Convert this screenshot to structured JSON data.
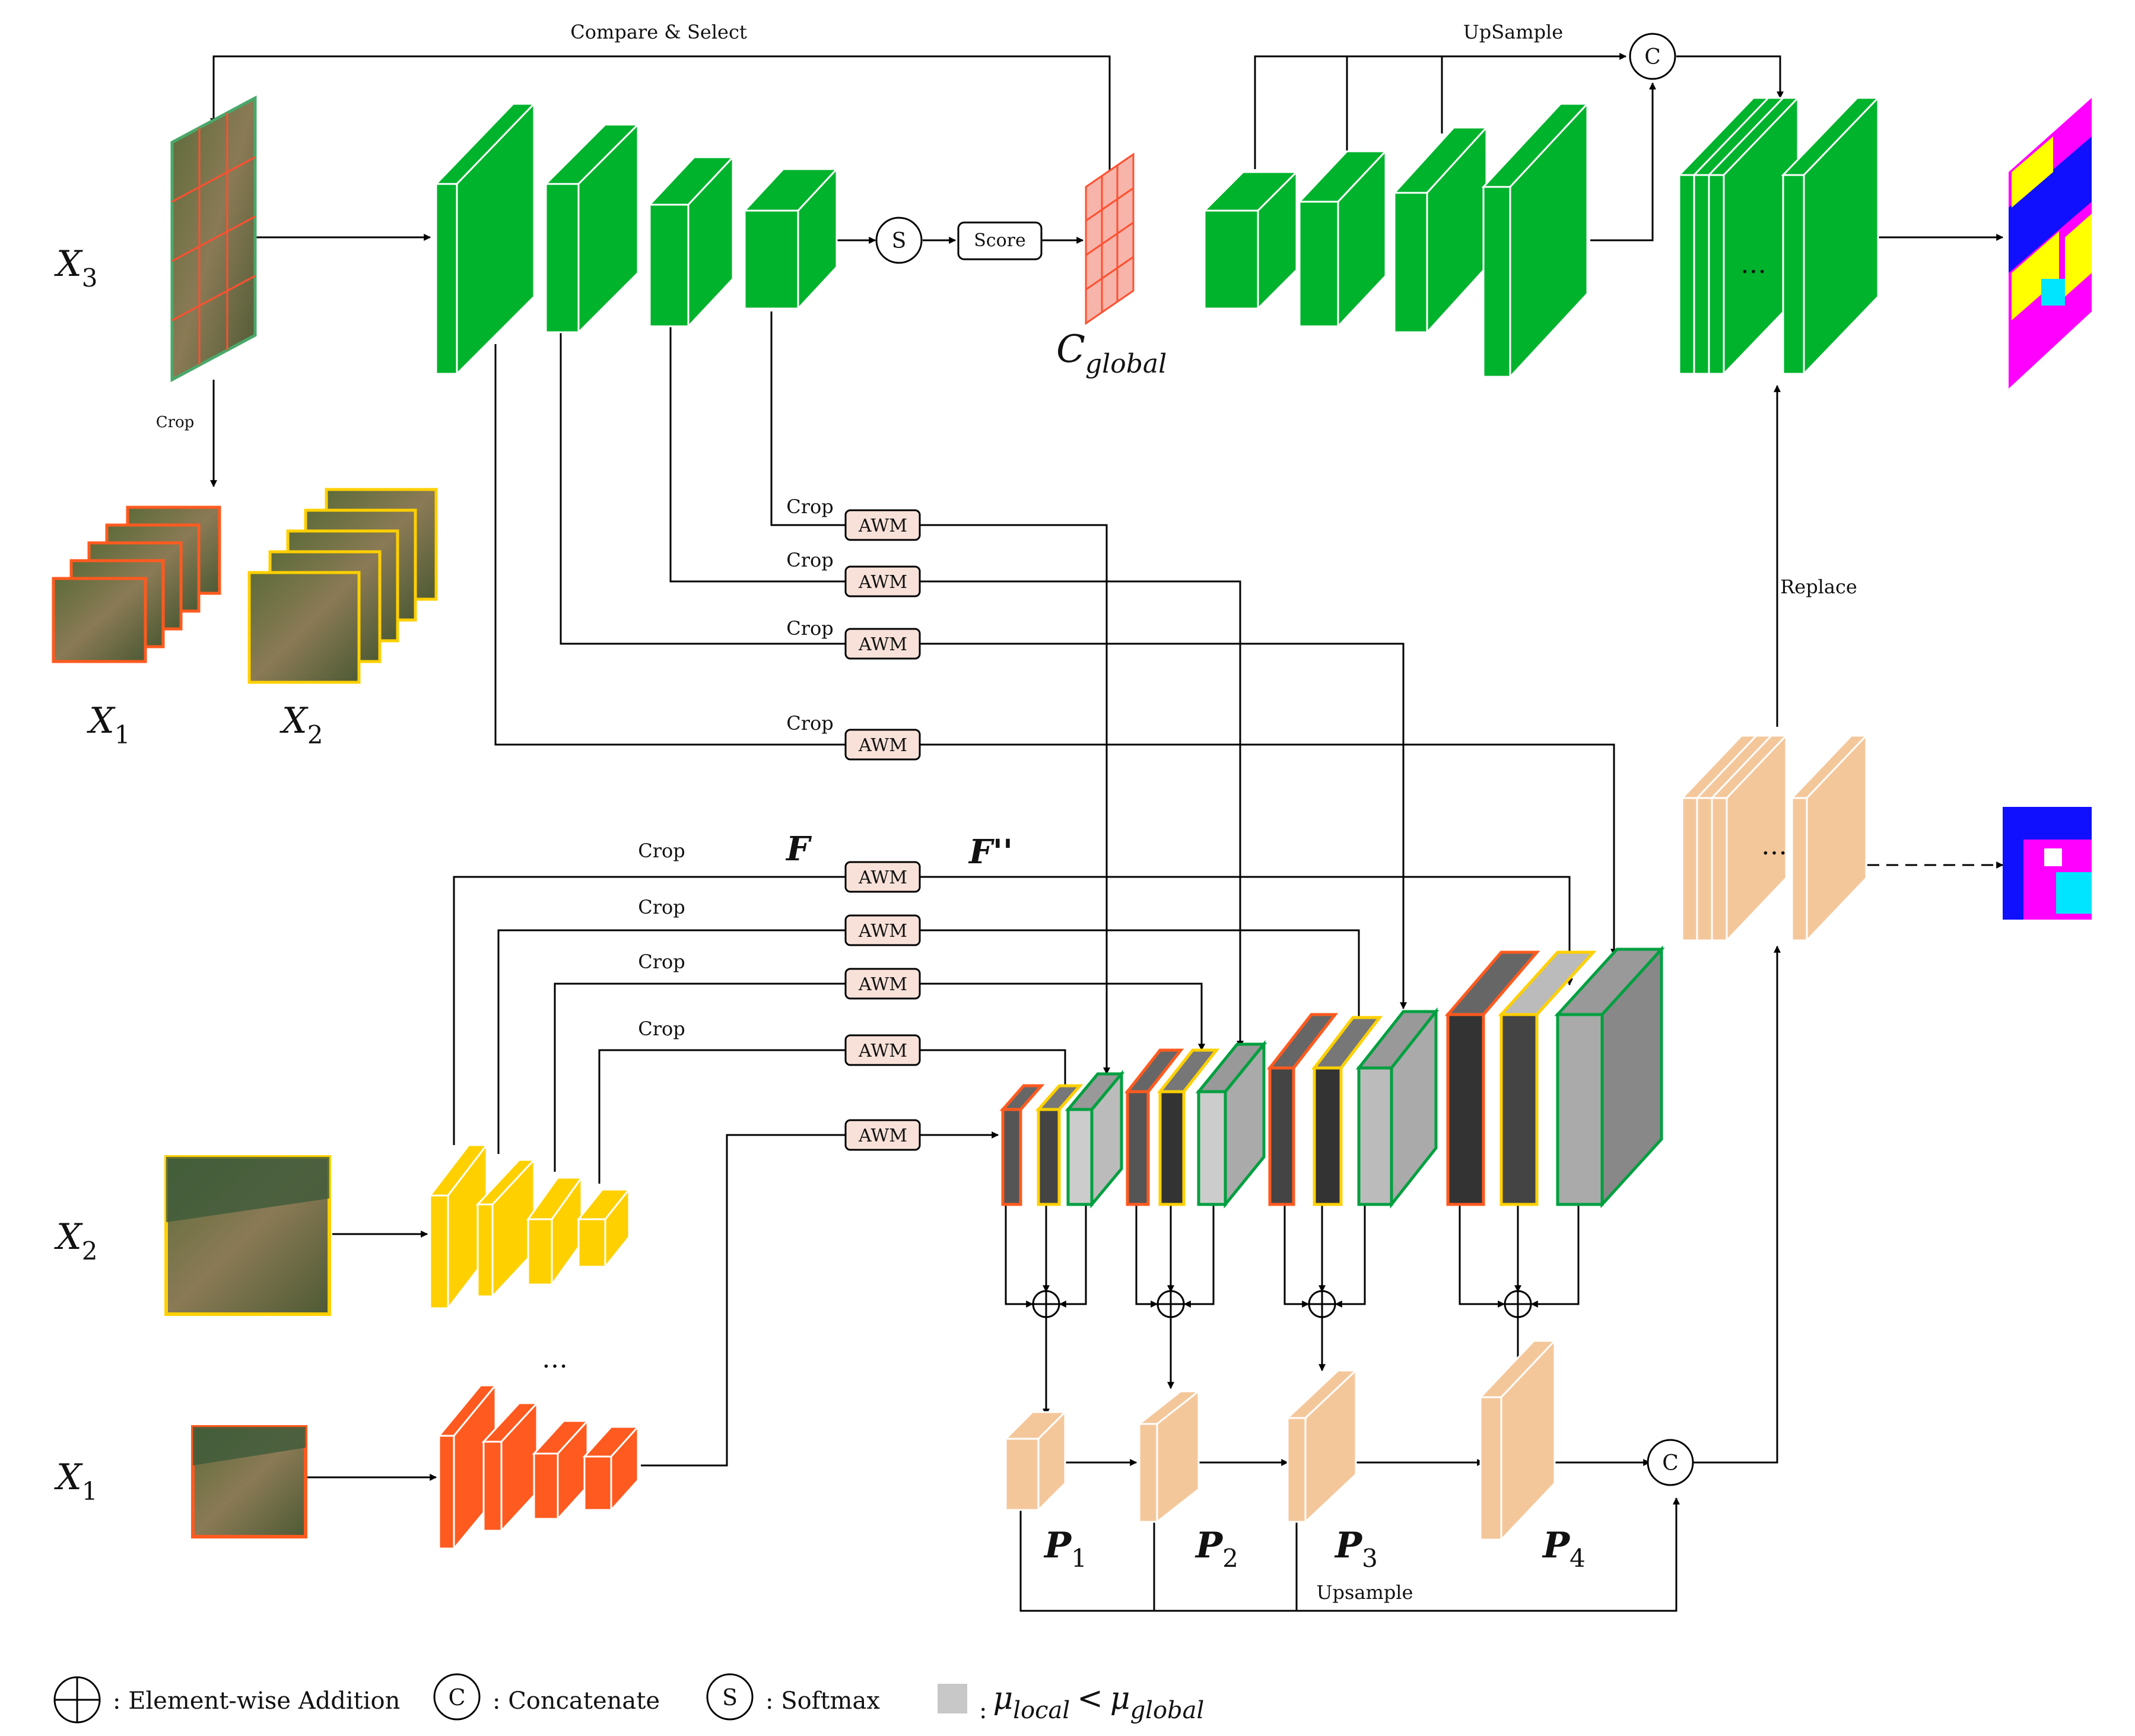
{
  "labels": {
    "compare_select": "Compare & Select",
    "upsample_top": "UpSample",
    "score": "Score",
    "crop": "Crop",
    "c_global_main": "C",
    "c_global_sub": "global",
    "replace": "Replace",
    "upsample_bottom": "Upsample",
    "awm": "AWM",
    "ellipsis": "…",
    "f": "F",
    "f_dd": "F''",
    "x_main": "X",
    "sub1": "1",
    "sub2": "2",
    "sub3": "3",
    "p_main": "P",
    "sub4": "4",
    "op_concat": "C",
    "op_softmax": "S"
  },
  "legend": {
    "add": ": Element-wise Addition",
    "concat": ": Concatenate",
    "softmax": ": Softmax",
    "mu": "μ",
    "local": "local",
    "lt": "<",
    "global": "global",
    "colon": ":"
  },
  "colors": {
    "green": "#00b32d",
    "yellow": "#ffd000",
    "orange": "#ff5a1f",
    "peach": "#f4c79b",
    "awm_fill": "#f8e1d8",
    "red_grid": "#f36a5c"
  }
}
